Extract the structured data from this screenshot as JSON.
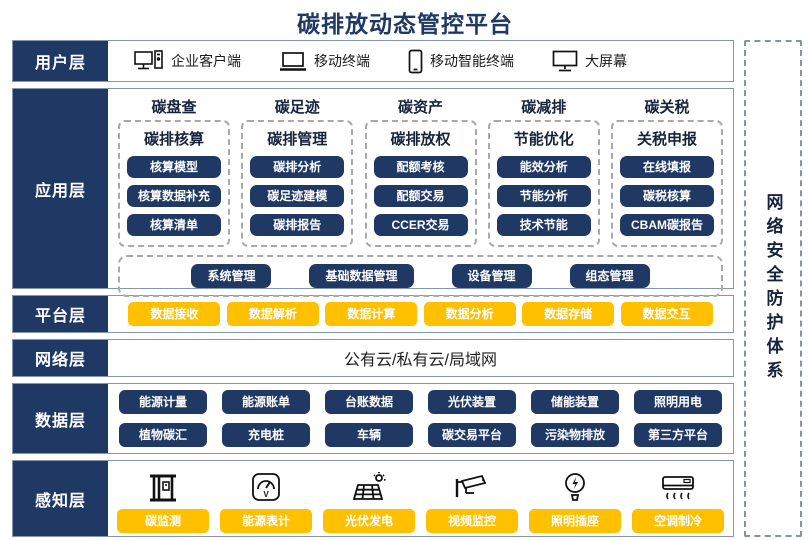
{
  "title": "碳排放动态管控平台",
  "colors": {
    "navy": "#1f3864",
    "yellow": "#ffc000",
    "band_border": "#8496b0",
    "dashed": "#a9a9a9"
  },
  "security_bar": {
    "text": "网络安全防护体系"
  },
  "layers": {
    "user": {
      "label": "用户层",
      "items": [
        {
          "icon": "desktop-client-icon",
          "label": "企业客户端"
        },
        {
          "icon": "laptop-icon",
          "label": "移动终端"
        },
        {
          "icon": "smartphone-icon",
          "label": "移动智能终端"
        },
        {
          "icon": "big-screen-icon",
          "label": "大屏幕"
        }
      ]
    },
    "app": {
      "label": "应用层",
      "columns": [
        {
          "title": "碳盘查",
          "subtitle": "碳排核算",
          "items": [
            "核算模型",
            "核算数据补充",
            "核算清单"
          ]
        },
        {
          "title": "碳足迹",
          "subtitle": "碳排管理",
          "items": [
            "碳排分析",
            "碳足迹建模",
            "碳排报告"
          ]
        },
        {
          "title": "碳资产",
          "subtitle": "碳排放权",
          "items": [
            "配额考核",
            "配额交易",
            "CCER交易"
          ]
        },
        {
          "title": "碳减排",
          "subtitle": "节能优化",
          "items": [
            "能效分析",
            "节能分析",
            "技术节能"
          ]
        },
        {
          "title": "碳关税",
          "subtitle": "关税申报",
          "items": [
            "在线填报",
            "碳税核算",
            "CBAM碳报告"
          ]
        }
      ],
      "common": [
        "系统管理",
        "基础数据管理",
        "设备管理",
        "组态管理"
      ]
    },
    "platform": {
      "label": "平台层",
      "items": [
        "数据接收",
        "数据解析",
        "数据计算",
        "数据分析",
        "数据存储",
        "数据交互"
      ]
    },
    "network": {
      "label": "网络层",
      "text": "公有云/私有云/局域网"
    },
    "data": {
      "label": "数据层",
      "rows": [
        [
          "能源计量",
          "能源账单",
          "台账数据",
          "光伏装置",
          "储能装置",
          "照明用电"
        ],
        [
          "植物碳汇",
          "充电桩",
          "车辆",
          "碳交易平台",
          "污染物排放",
          "第三方平台"
        ]
      ]
    },
    "perception": {
      "label": "感知层",
      "items": [
        {
          "icon": "carbon-monitor-icon",
          "label": "碳监测"
        },
        {
          "icon": "energy-meter-icon",
          "label": "能源表计"
        },
        {
          "icon": "solar-panel-icon",
          "label": "光伏发电"
        },
        {
          "icon": "cctv-icon",
          "label": "视频监控"
        },
        {
          "icon": "light-bulb-icon",
          "label": "照明插座"
        },
        {
          "icon": "air-conditioner-icon",
          "label": "空调制冷"
        }
      ]
    }
  }
}
